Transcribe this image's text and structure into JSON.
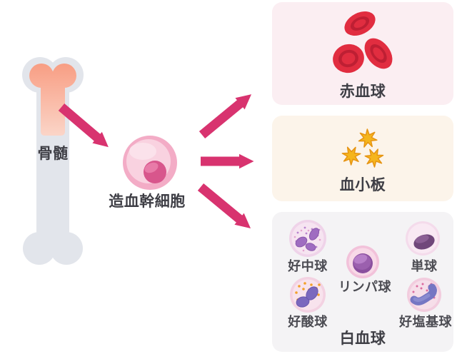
{
  "labels": {
    "bone": "骨髄",
    "stem_cell": "造血幹細胞"
  },
  "boxes": {
    "rbc": {
      "title": "赤血球"
    },
    "platelet": {
      "title": "血小板"
    },
    "wbc": {
      "title": "白血球",
      "cells": [
        {
          "name": "neutrophil",
          "label": "好中球"
        },
        {
          "name": "monocyte",
          "label": "単球"
        },
        {
          "name": "lymphocyte",
          "label": "リンパ球"
        },
        {
          "name": "eosinophil",
          "label": "好酸球"
        },
        {
          "name": "basophil",
          "label": "好塩基球"
        }
      ]
    }
  },
  "icons": [
    "bone-icon",
    "stem-cell-icon",
    "arrow-bone-to-stem-cell",
    "arrow-to-rbc",
    "arrow-to-platelet",
    "arrow-to-wbc",
    "red-blood-cells-icon",
    "platelets-icon",
    "neutrophil-icon",
    "monocyte-icon",
    "lymphocyte-icon",
    "eosinophil-icon",
    "basophil-icon"
  ],
  "colors": {
    "arrow": "#D8336F",
    "rbc_box_bg": "#FBEEF2",
    "platelet_box_bg": "#FCF4EA",
    "wbc_box_bg": "#F4F3F5",
    "red_blood_cell": "#E12D40",
    "platelet": "#F5B51D",
    "bone": "#E2E5EB",
    "bone_marrow": "#F89F85",
    "stem_cell_outer": "#F3ACC6",
    "stem_cell_nucleus": "#D8568C",
    "title_text": "#3E3E45",
    "label_text": "#4B4B52"
  }
}
